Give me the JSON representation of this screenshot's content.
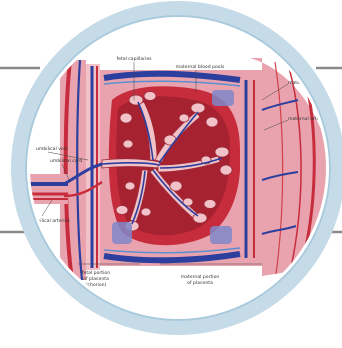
{
  "labels": {
    "fetal_capillaries": "fetal capillaries",
    "maternal_blood_pools": "maternal blood pools",
    "maternal_arteries": "maternal arteries",
    "maternal_arteriole": "maternal arteriole",
    "umbilical_vein": "umbilical vein",
    "umbilical_cord": "umbilical cord",
    "umbilical_arteries": "umbilical arteries",
    "fetal_portion_line1": "fetal portion",
    "fetal_portion_line2": "of placenta",
    "fetal_portion_line3": "(chorion)",
    "maternal_portion_line1": "maternal portion",
    "maternal_portion_line2": "of placenta"
  },
  "colors": {
    "ring": "#c5dbe8",
    "ring_inner": "#a9c9dd",
    "tissue_pink": "#e9a3ae",
    "tissue_pale": "#f1c3c8",
    "blood_red": "#c72c3c",
    "pool_red": "#d2414b",
    "vein_blue": "#2d3f9e",
    "vessel_light": "#5a8fd0",
    "rule_gray": "#8a8a8a"
  }
}
